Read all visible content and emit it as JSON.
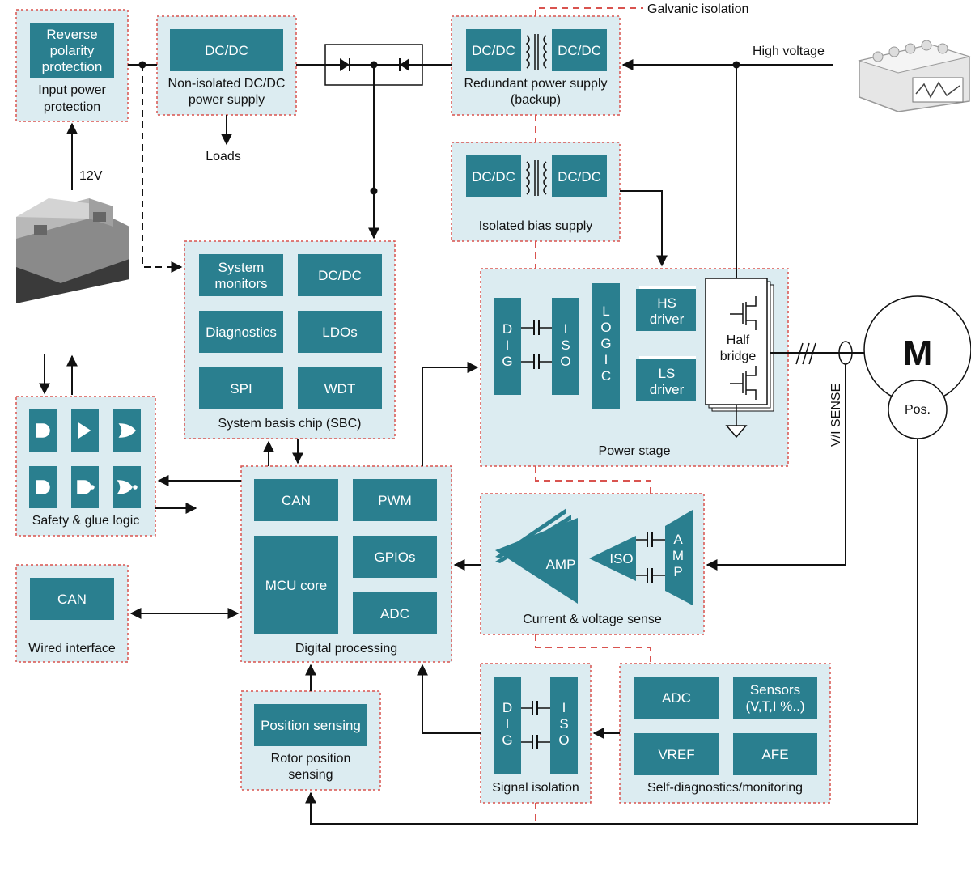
{
  "colors": {
    "panel": "#dcecf1",
    "panel_border": "#d9534f",
    "block": "#2a7f8f",
    "block_text": "#ffffff",
    "line": "#111111"
  },
  "input_power": {
    "block": [
      "Reverse",
      "polarity",
      "protection"
    ],
    "label": [
      "Input power",
      "protection"
    ]
  },
  "nonisolated_dcdc": {
    "block": "DC/DC",
    "label": [
      "Non-isolated DC/DC",
      "power supply"
    ],
    "loads": "Loads"
  },
  "battery": {
    "voltage": "12V",
    "icon": "battery-icon"
  },
  "redundant_supply": {
    "block_left": "DC/DC",
    "block_right": "DC/DC",
    "label": [
      "Redundant power supply",
      "(backup)"
    ]
  },
  "isolated_bias": {
    "block_left": "DC/DC",
    "block_right": "DC/DC",
    "label": "Isolated bias supply"
  },
  "galvanic_isolation": "Galvanic isolation",
  "high_voltage": {
    "label": "High voltage",
    "icon": "hv-battery-icon"
  },
  "sbc": {
    "blocks": [
      [
        "System",
        "monitors"
      ],
      [
        "DC/DC"
      ],
      [
        "Diagnostics"
      ],
      [
        "LDOs"
      ],
      [
        "SPI"
      ],
      [
        "WDT"
      ]
    ],
    "label": "System basis chip (SBC)"
  },
  "power_stage": {
    "dig": [
      "D",
      "I",
      "G"
    ],
    "iso": [
      "I",
      "S",
      "O"
    ],
    "logic": [
      "L",
      "O",
      "G",
      "I",
      "C"
    ],
    "hs_driver": [
      "HS",
      "driver"
    ],
    "ls_driver": [
      "LS",
      "driver"
    ],
    "half_bridge": [
      "Half",
      "bridge"
    ],
    "label": "Power stage"
  },
  "motor": {
    "label": "M",
    "pos": "Pos.",
    "vi_sense": "V/I SENSE"
  },
  "safety_logic": {
    "label": "Safety & glue logic",
    "gate_icons": [
      "and-gate-icon",
      "buffer-gate-icon",
      "or-gate-icon",
      "and-gate-icon",
      "nand-gate-icon",
      "nor-gate-icon"
    ]
  },
  "digital_processing": {
    "can": "CAN",
    "pwm": "PWM",
    "mcu": "MCU core",
    "gpios": "GPIOs",
    "adc": "ADC",
    "label": "Digital processing"
  },
  "cv_sense": {
    "amp1": "AMP",
    "iso": "ISO",
    "amp2": [
      "A",
      "M",
      "P"
    ],
    "label": "Current & voltage sense"
  },
  "wired_interface": {
    "block": "CAN",
    "label": "Wired interface"
  },
  "rotor_position": {
    "block": "Position sensing",
    "label": [
      "Rotor position",
      "sensing"
    ]
  },
  "signal_isolation": {
    "dig": [
      "D",
      "I",
      "G"
    ],
    "iso": [
      "I",
      "S",
      "O"
    ],
    "label": "Signal isolation"
  },
  "self_diag": {
    "adc": "ADC",
    "sensors": [
      "Sensors",
      "(V,T,I %..)"
    ],
    "vref": "VREF",
    "afe": "AFE",
    "label": "Self-diagnostics/monitoring"
  }
}
